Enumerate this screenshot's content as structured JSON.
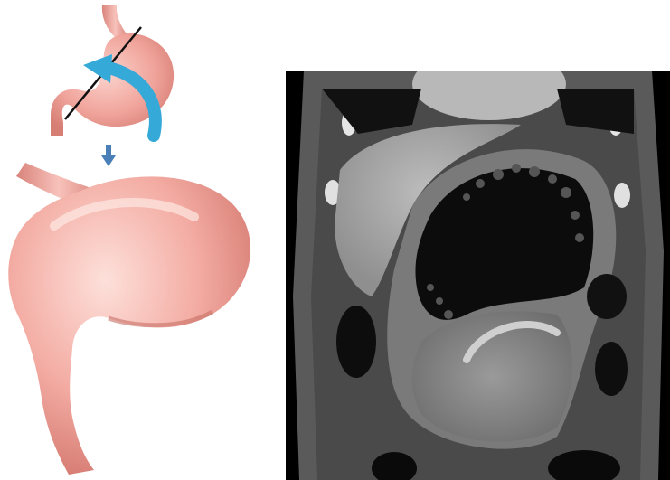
{
  "figure": {
    "panels": [
      {
        "id": "illustration",
        "kind": "medical-illustration",
        "depicts": "stomach-volvulus-schematic"
      },
      {
        "id": "ct-scan",
        "kind": "radiology-image",
        "depicts": "coronal-ct-abdomen"
      }
    ]
  },
  "colors": {
    "stomach_fill": "#f2aba3",
    "stomach_shadow": "#d9837b",
    "rotation_arrow": "#35a9d8",
    "down_arrow": "#4a7fb8",
    "axis_line": "#111111",
    "ct_background": "#000000"
  },
  "icons": {
    "rotation": "curved-arrow-icon",
    "transition": "down-arrow-icon",
    "axis": "axis-line"
  }
}
